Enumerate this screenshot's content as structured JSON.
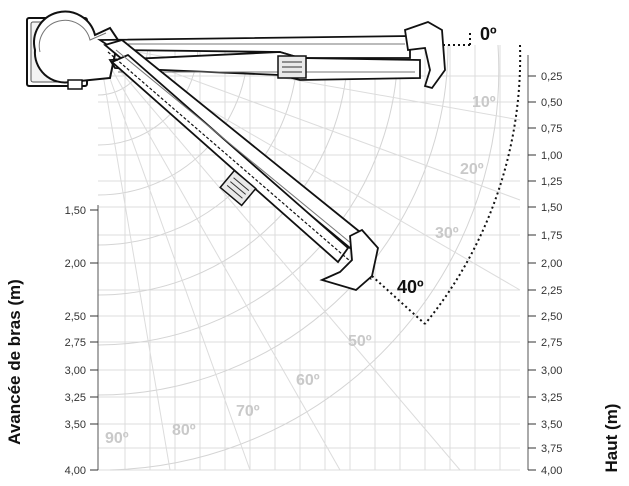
{
  "left_axis": {
    "title": "Avancée de bras (m)",
    "ticks": [
      "1,50",
      "2,00",
      "2,50",
      "2,75",
      "3,00",
      "3,25",
      "3,50",
      "4,00"
    ]
  },
  "right_axis": {
    "title": "Haut (m)",
    "ticks": [
      "0,25",
      "0,50",
      "0,75",
      "1,00",
      "1,25",
      "1,50",
      "1,75",
      "2,00",
      "2,25",
      "2,50",
      "2,75",
      "3,00",
      "3,25",
      "3,50",
      "3,75",
      "4,00"
    ]
  },
  "angles": {
    "a0": "0º",
    "a10": "10º",
    "a20": "20º",
    "a30": "30º",
    "a40": "40º",
    "a50": "50º",
    "a60": "60º",
    "a70": "70º",
    "a80": "80º",
    "a90": "90º"
  },
  "colors": {
    "grid": "#dcdcdc",
    "angle_gray": "#c9c9c9",
    "dark": "#111111"
  }
}
